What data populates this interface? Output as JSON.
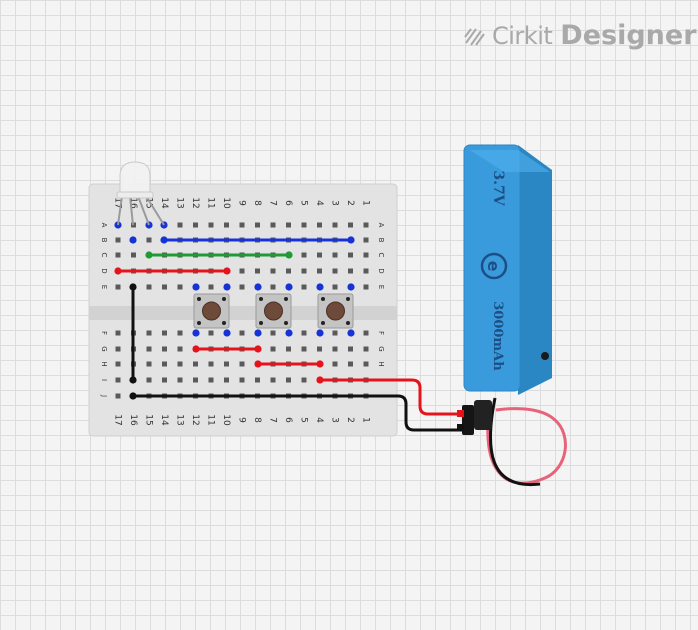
{
  "brand": {
    "name_light": "Cirkit",
    "name_bold": "Designer",
    "logo_icon": "cirkit-logo-icon",
    "color": "#a9a9a9"
  },
  "breadboard": {
    "column_labels": [
      "17",
      "16",
      "15",
      "14",
      "13",
      "12",
      "11",
      "10",
      "9",
      "8",
      "7",
      "6",
      "5",
      "4",
      "3",
      "2",
      "1"
    ],
    "top_row_labels": [
      "A",
      "B",
      "C",
      "D",
      "E"
    ],
    "bottom_row_labels": [
      "F",
      "G",
      "H",
      "I",
      "J"
    ]
  },
  "battery": {
    "voltage_label": "3.7V",
    "capacity_label": "3000mAh",
    "color": "#3a9bdc"
  },
  "wire_colors": {
    "blue": "#1533d6",
    "green": "#1f9a35",
    "red": "#e5141c",
    "black": "#111111"
  },
  "components": [
    "rgb-led",
    "pushbutton-1",
    "pushbutton-2",
    "pushbutton-3",
    "battery-3v7",
    "jst-connector"
  ]
}
